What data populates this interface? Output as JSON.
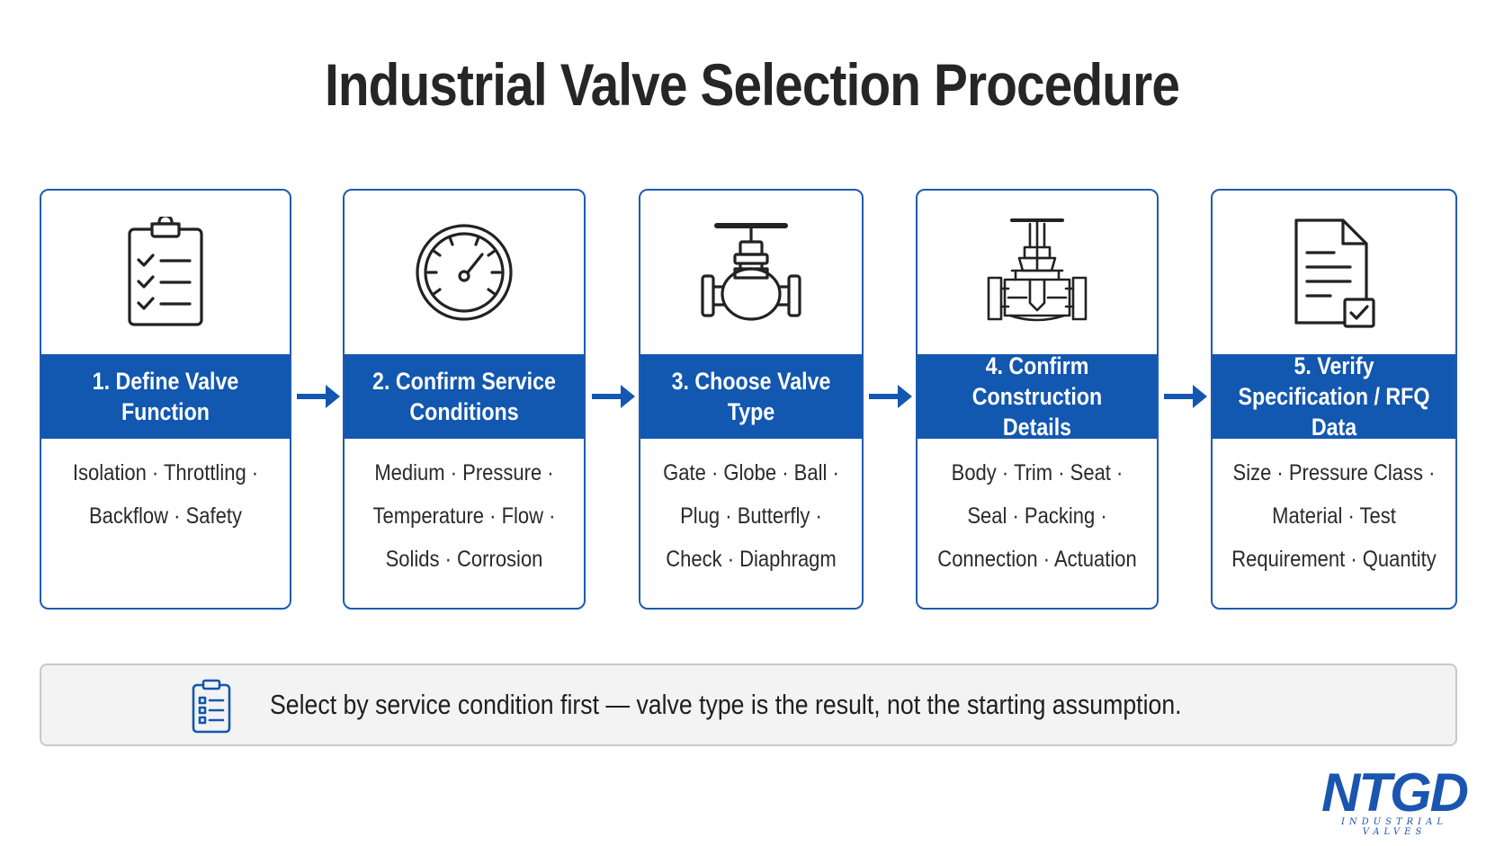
{
  "title": "Industrial Valve Selection Procedure",
  "accent_color": "#1257b0",
  "steps": [
    {
      "icon": "clipboard-checklist-icon",
      "label": "1. Define Valve Function",
      "lines": [
        "Isolation · Throttling ·",
        "Backflow · Safety"
      ]
    },
    {
      "icon": "pressure-gauge-icon",
      "label": "2. Confirm Service Conditions",
      "lines": [
        "Medium · Pressure ·",
        "Temperature · Flow ·",
        "Solids · Corrosion"
      ]
    },
    {
      "icon": "valve-icon",
      "label": "3. Choose Valve Type",
      "lines": [
        "Gate · Globe · Ball ·",
        "Plug · Butterfly ·",
        "Check · Diaphragm"
      ]
    },
    {
      "icon": "gate-valve-cross-section-icon",
      "label": "4. Confirm Construction Details",
      "lines": [
        "Body · Trim · Seat ·",
        "Seal · Packing ·",
        "Connection · Actuation"
      ]
    },
    {
      "icon": "document-check-icon",
      "label": "5. Verify Specification / RFQ Data",
      "lines": [
        "Size · Pressure Class ·",
        "Material · Test",
        "Requirement · Quantity"
      ]
    }
  ],
  "note": {
    "icon": "clipboard-list-icon",
    "text": "Select by service condition first — valve type is the result, not the starting assumption."
  },
  "logo": {
    "mark": "NTGD",
    "subtitle": "INDUSTRIAL VALVES"
  }
}
